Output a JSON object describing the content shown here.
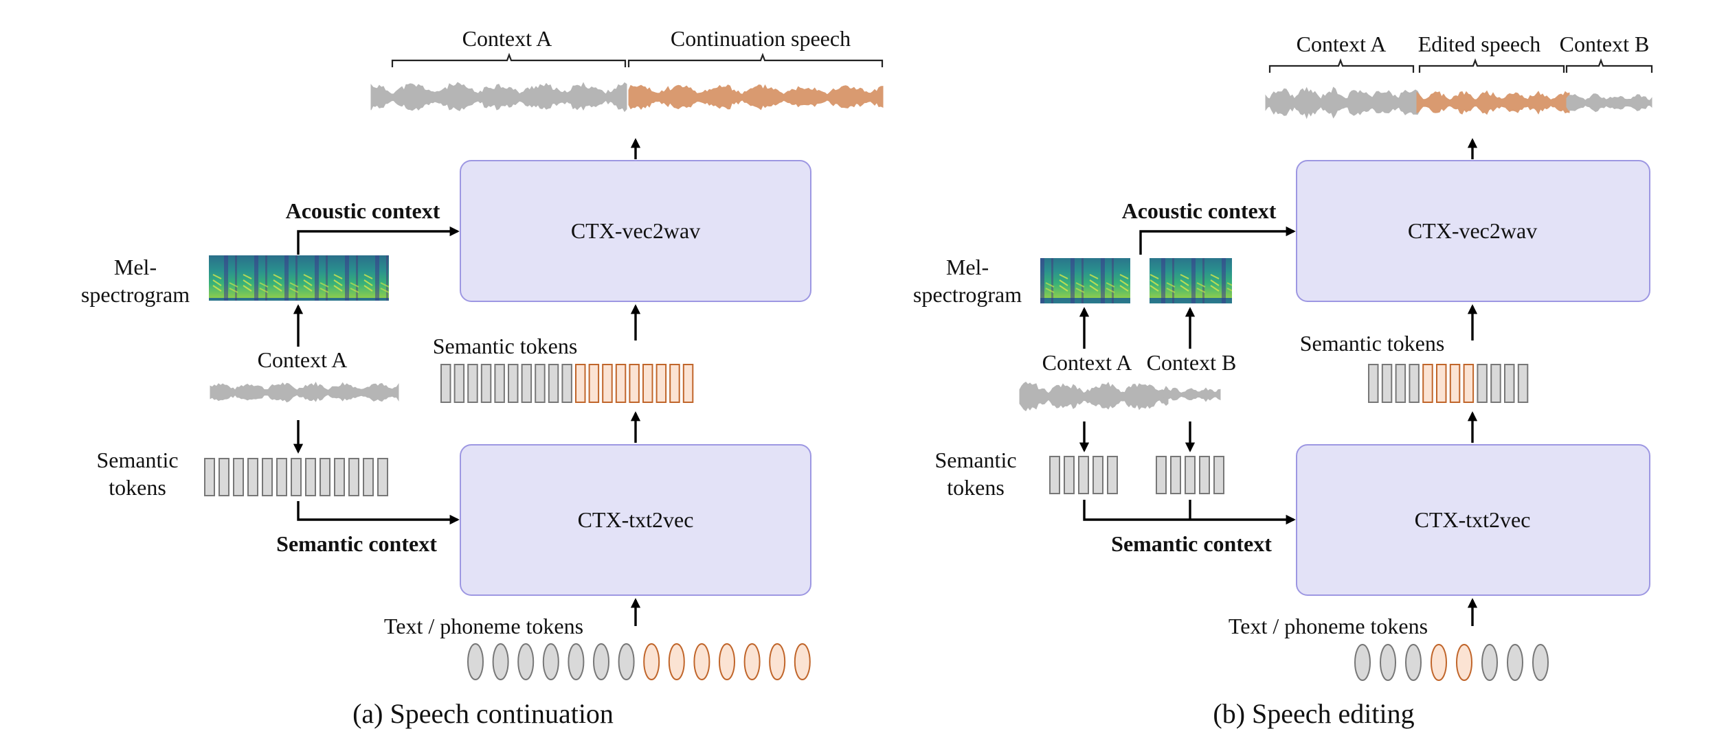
{
  "panel_a": {
    "caption": "(a)  Speech continuation",
    "top_context_label": "Context A",
    "top_generated_label": "Continuation speech",
    "vocoder_label": "CTX-vec2wav",
    "t2v_label": "CTX-txt2vec",
    "acoustic_context_label": "Acoustic context",
    "semantic_context_label": "Semantic context",
    "mel_label_1": "Mel-",
    "mel_label_2": "spectrogram",
    "context_label": "Context A",
    "semantic_tokens_left_1": "Semantic",
    "semantic_tokens_left_2": "tokens",
    "semantic_tokens_label": "Semantic tokens",
    "phoneme_tokens_label": "Text / phoneme tokens"
  },
  "panel_b": {
    "caption": "(b)  Speech editing",
    "top_context_a_label": "Context A",
    "top_edited_label": "Edited speech",
    "top_context_b_label": "Context B",
    "vocoder_label": "CTX-vec2wav",
    "t2v_label": "CTX-txt2vec",
    "acoustic_context_label": "Acoustic context",
    "semantic_context_label": "Semantic context",
    "mel_label_1": "Mel-",
    "mel_label_2": "spectrogram",
    "context_a_label": "Context A",
    "context_b_label": "Context B",
    "semantic_tokens_left_1": "Semantic",
    "semantic_tokens_left_2": "tokens",
    "semantic_tokens_label": "Semantic tokens",
    "phoneme_tokens_label": "Text / phoneme tokens"
  },
  "colors": {
    "context_audio": "#b5b5b5",
    "generated_audio": "#d99a70",
    "box_fill": "#e3e2f7",
    "box_stroke": "#9d97e2",
    "token_gray": "#d9d9d9",
    "token_orange": "#fbe3d3"
  }
}
